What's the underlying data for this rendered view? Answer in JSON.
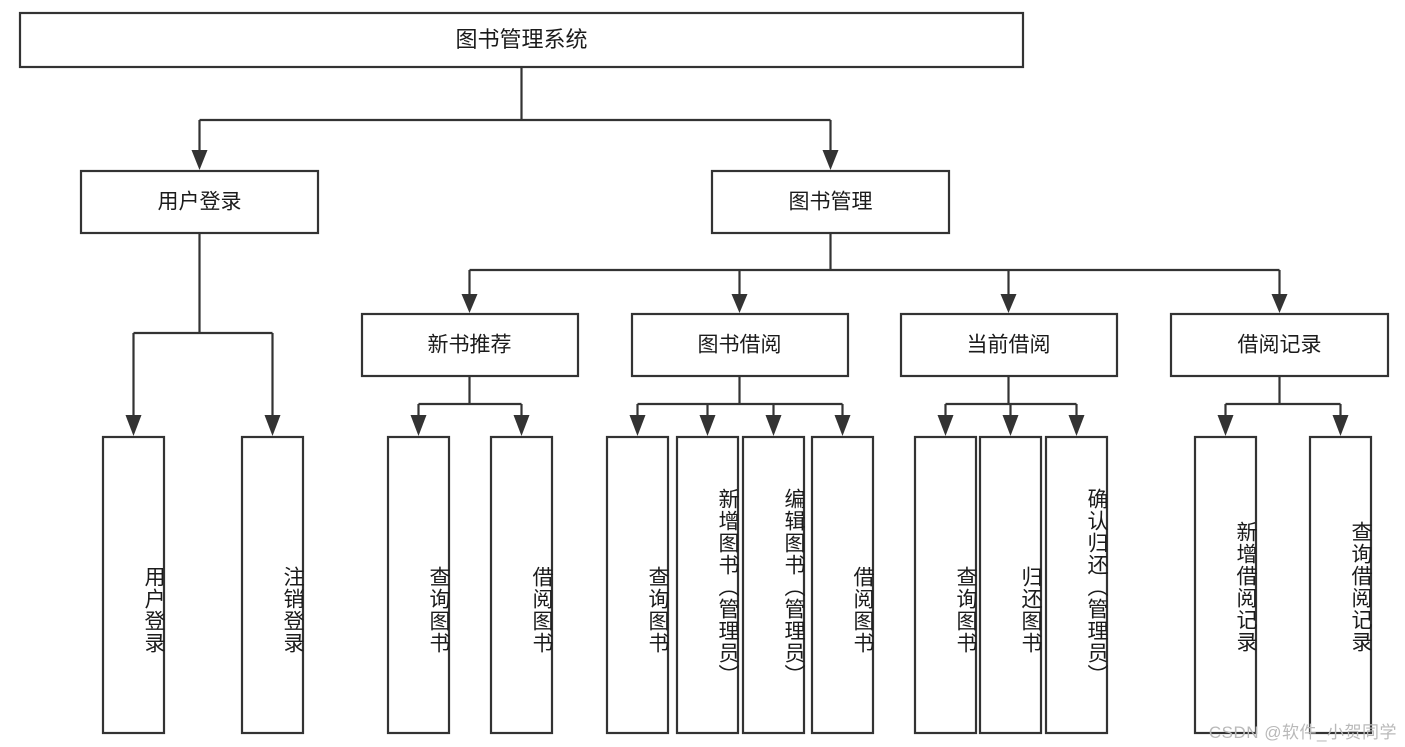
{
  "diagram": {
    "title": "图书管理系统",
    "type": "hierarchy-tree",
    "root": {
      "label": "图书管理系统",
      "level": 1
    },
    "level2": [
      {
        "label": "用户登录"
      },
      {
        "label": "图书管理"
      }
    ],
    "level3": [
      {
        "label": "新书推荐",
        "parent": "图书管理"
      },
      {
        "label": "图书借阅",
        "parent": "图书管理"
      },
      {
        "label": "当前借阅",
        "parent": "图书管理"
      },
      {
        "label": "借阅记录",
        "parent": "图书管理"
      }
    ],
    "leaves": {
      "user_login": [
        {
          "label": "用户登录"
        },
        {
          "label": "注销登录"
        }
      ],
      "new_book_recommend": [
        {
          "label": "查询图书"
        },
        {
          "label": "借阅图书"
        }
      ],
      "book_borrow": [
        {
          "label": "查询图书"
        },
        {
          "label": "新增图书（管理员）"
        },
        {
          "label": "编辑图书（管理员）"
        },
        {
          "label": "借阅图书"
        }
      ],
      "current_borrow": [
        {
          "label": "查询图书"
        },
        {
          "label": "归还图书"
        },
        {
          "label": "确认归还（管理员）"
        }
      ],
      "borrow_record": [
        {
          "label": "新增借阅记录"
        },
        {
          "label": "查询借阅记录"
        }
      ]
    }
  },
  "watermark": {
    "text": "CSDN @软件_小贺同学"
  },
  "colors": {
    "stroke": "#333333",
    "box_fill": "#ffffff",
    "text": "#1b1b1b",
    "background": "#ffffff",
    "watermark": "#b9b9b9"
  }
}
